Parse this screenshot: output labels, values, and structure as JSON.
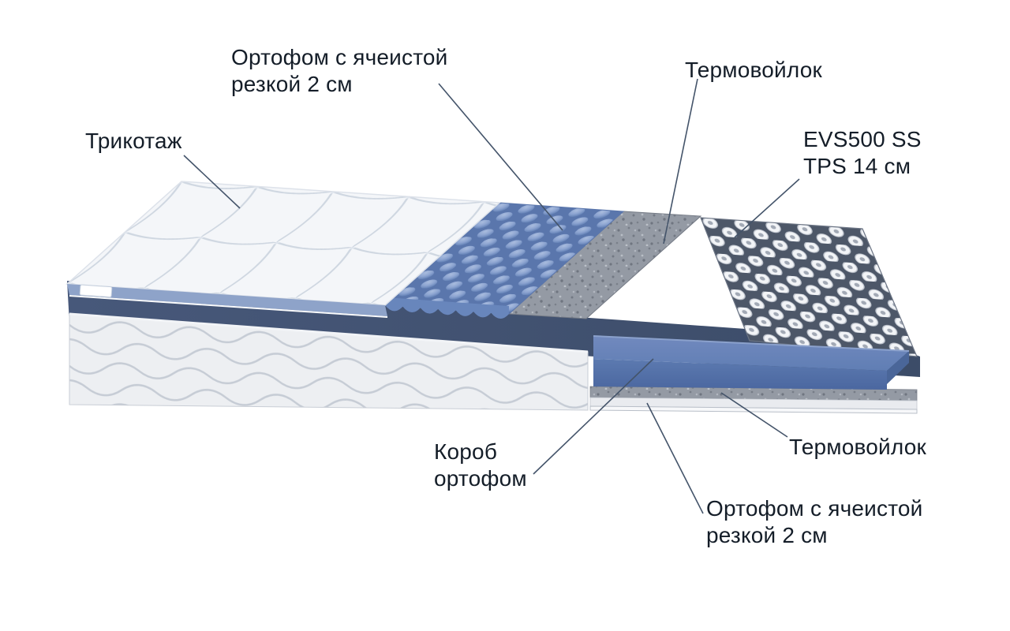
{
  "diagram": {
    "labels": {
      "knit": "Трикотаж",
      "orthofoam_top_1": "Ортофом с ячеистой",
      "orthofoam_top_2": "резкой 2 см",
      "thermofelt_top": "Термовойлок",
      "springs_1": "EVS500 SS",
      "springs_2": "TPS 14 см",
      "box_1": "Короб",
      "box_2": "ортофом",
      "thermofelt_bottom": "Термовойлок",
      "orthofoam_bottom_1": "Ортофом с ячеистой",
      "orthofoam_bottom_2": "резкой 2 см"
    },
    "colors": {
      "label_text": "#141d28",
      "leader_line": "#44546a",
      "quilt_white": "#f4f6f9",
      "foam_blue": "#7e99ca",
      "felt_gray": "#949aa4",
      "spring_white": "#f2f4f7",
      "box_blue": "#5c7ab0",
      "base_top_dark": "#41526f",
      "base_front_light": "#edeff2"
    }
  }
}
